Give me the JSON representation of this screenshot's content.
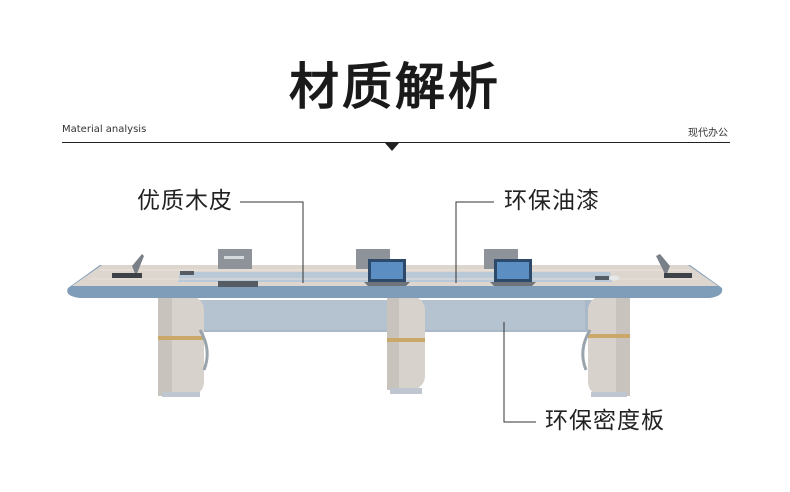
{
  "heading": {
    "title": "材质解析",
    "subtitle_left": "Material analysis",
    "subtitle_right": "现代办公"
  },
  "callouts": [
    {
      "label": "优质木皮"
    },
    {
      "label": "环保油漆"
    },
    {
      "label": "环保密度板"
    }
  ],
  "colors": {
    "tabletop": "#ddd6cf",
    "edge_trim": "#7f9db8",
    "base_panel": "#a9b9c8",
    "legs": "#d8d2cc",
    "gold_band": "#c9a86a",
    "leader_line": "#333333"
  }
}
